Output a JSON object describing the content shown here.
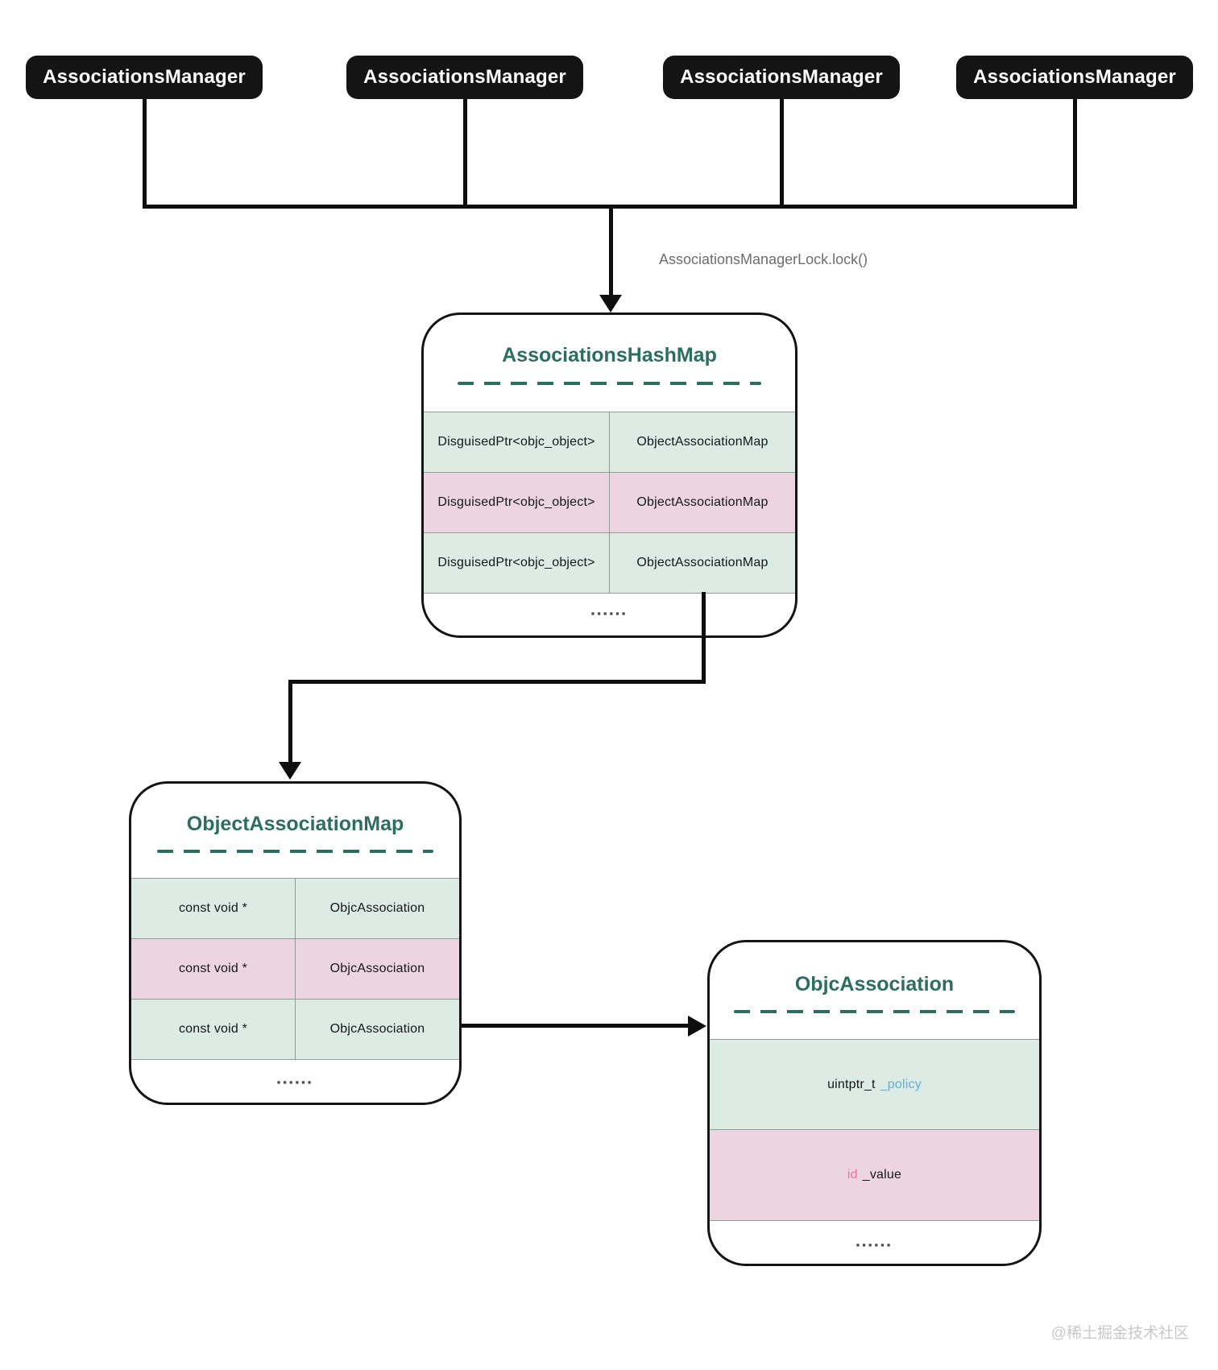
{
  "palette": {
    "manager_box_bg": "#141414",
    "manager_box_text": "#ffffff",
    "heading_teal": "#2c6e5f",
    "row_green": "#dcebe3",
    "row_pink": "#ecd4e1",
    "accent_blue": "#5fb0dc",
    "accent_pink": "#f0709f",
    "connector_black": "#0e0e0e",
    "label_gray": "#6e6e6e",
    "watermark_gray": "#c8c8c8"
  },
  "managers": [
    {
      "label": "AssociationsManager"
    },
    {
      "label": "AssociationsManager"
    },
    {
      "label": "AssociationsManager"
    },
    {
      "label": "AssociationsManager"
    }
  ],
  "lock_label": "AssociationsManagerLock.lock()",
  "hash_map": {
    "title": "AssociationsHashMap",
    "rows": [
      {
        "key": "DisguisedPtr<objc_object>",
        "value": "ObjectAssociationMap"
      },
      {
        "key": "DisguisedPtr<objc_object>",
        "value": "ObjectAssociationMap"
      },
      {
        "key": "DisguisedPtr<objc_object>",
        "value": "ObjectAssociationMap"
      }
    ],
    "ellipsis": "▪▪▪▪▪▪"
  },
  "object_association_map": {
    "title": "ObjectAssociationMap",
    "rows": [
      {
        "key": "const void *",
        "value": "ObjcAssociation"
      },
      {
        "key": "const void *",
        "value": "ObjcAssociation"
      },
      {
        "key": "const void *",
        "value": "ObjcAssociation"
      }
    ],
    "ellipsis": "▪▪▪▪▪▪"
  },
  "objc_association": {
    "title": "ObjcAssociation",
    "fields": [
      {
        "type": "uintptr_t",
        "name": "_policy",
        "type_color": "#16161d",
        "name_color": "#5fb0dc"
      },
      {
        "type": "id",
        "name": "_value",
        "type_color": "#f0709f",
        "name_color": "#16161d"
      }
    ],
    "ellipsis": "▪▪▪▪▪▪"
  },
  "watermark": "@稀土掘金技术社区"
}
